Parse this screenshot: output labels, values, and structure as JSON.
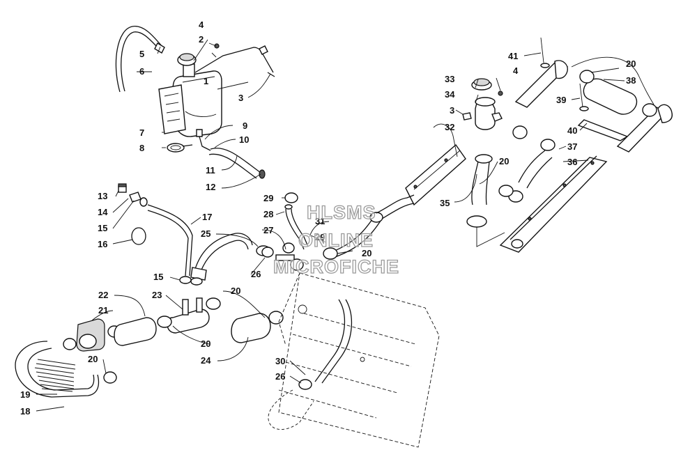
{
  "watermark": {
    "line1": "HLSMS",
    "line2": "ONLINE",
    "line3": "MICROFICHE"
  },
  "callouts": [
    {
      "id": "c1",
      "label": "1"
    },
    {
      "id": "c2",
      "label": "2"
    },
    {
      "id": "c3a",
      "label": "3"
    },
    {
      "id": "c4a",
      "label": "4"
    },
    {
      "id": "c5",
      "label": "5"
    },
    {
      "id": "c6",
      "label": "6"
    },
    {
      "id": "c7",
      "label": "7"
    },
    {
      "id": "c8",
      "label": "8"
    },
    {
      "id": "c9",
      "label": "9"
    },
    {
      "id": "c10",
      "label": "10"
    },
    {
      "id": "c11",
      "label": "11"
    },
    {
      "id": "c12",
      "label": "12"
    },
    {
      "id": "c13",
      "label": "13"
    },
    {
      "id": "c14",
      "label": "14"
    },
    {
      "id": "c15a",
      "label": "15"
    },
    {
      "id": "c16",
      "label": "16"
    },
    {
      "id": "c17",
      "label": "17"
    },
    {
      "id": "c25",
      "label": "25"
    },
    {
      "id": "c15b",
      "label": "15"
    },
    {
      "id": "c22",
      "label": "22"
    },
    {
      "id": "c21",
      "label": "21"
    },
    {
      "id": "c23",
      "label": "23"
    },
    {
      "id": "c20a",
      "label": "20"
    },
    {
      "id": "c20b",
      "label": "20"
    },
    {
      "id": "c24",
      "label": "24"
    },
    {
      "id": "c20c",
      "label": "20"
    },
    {
      "id": "c19",
      "label": "19"
    },
    {
      "id": "c18",
      "label": "18"
    },
    {
      "id": "c29a",
      "label": "29"
    },
    {
      "id": "c28",
      "label": "28"
    },
    {
      "id": "c27",
      "label": "27"
    },
    {
      "id": "c26a",
      "label": "26"
    },
    {
      "id": "c31",
      "label": "31"
    },
    {
      "id": "c29b",
      "label": "29"
    },
    {
      "id": "c20d",
      "label": "20"
    },
    {
      "id": "c30",
      "label": "30"
    },
    {
      "id": "c26b",
      "label": "26"
    },
    {
      "id": "c33",
      "label": "33"
    },
    {
      "id": "c4b",
      "label": "4"
    },
    {
      "id": "c34",
      "label": "34"
    },
    {
      "id": "c3b",
      "label": "3"
    },
    {
      "id": "c32",
      "label": "32"
    },
    {
      "id": "c35",
      "label": "35"
    },
    {
      "id": "c20e",
      "label": "20"
    },
    {
      "id": "c41",
      "label": "41"
    },
    {
      "id": "c20f",
      "label": "20"
    },
    {
      "id": "c38",
      "label": "38"
    },
    {
      "id": "c39",
      "label": "39"
    },
    {
      "id": "c40",
      "label": "40"
    },
    {
      "id": "c37",
      "label": "37"
    },
    {
      "id": "c36",
      "label": "36"
    }
  ]
}
